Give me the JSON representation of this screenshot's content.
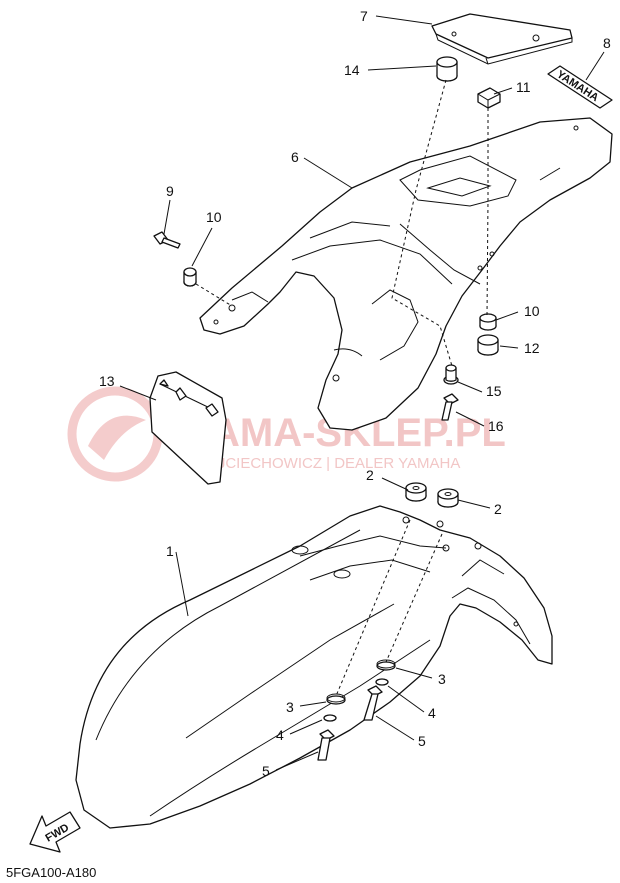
{
  "diagram_code": "5FGA100-A180",
  "watermark": {
    "brand": "YAMA-SKLEP.PL",
    "subtitle": "WOJCIECHOWICZ | DEALER YAMAHA"
  },
  "fwd_label": "FWD",
  "emblem_text": "YAMAHA",
  "callouts": {
    "c7": "7",
    "c8": "8",
    "c14": "14",
    "c11": "11",
    "c6": "6",
    "c9": "9",
    "c10a": "10",
    "c10b": "10",
    "c12": "12",
    "c13": "13",
    "c15": "15",
    "c16": "16",
    "c2a": "2",
    "c2b": "2",
    "c1": "1",
    "c3a": "3",
    "c4a": "4",
    "c5a": "5",
    "c3b": "3",
    "c4b": "4",
    "c5b": "5"
  },
  "colors": {
    "line": "#111111",
    "watermark": "#f2c6c6"
  }
}
